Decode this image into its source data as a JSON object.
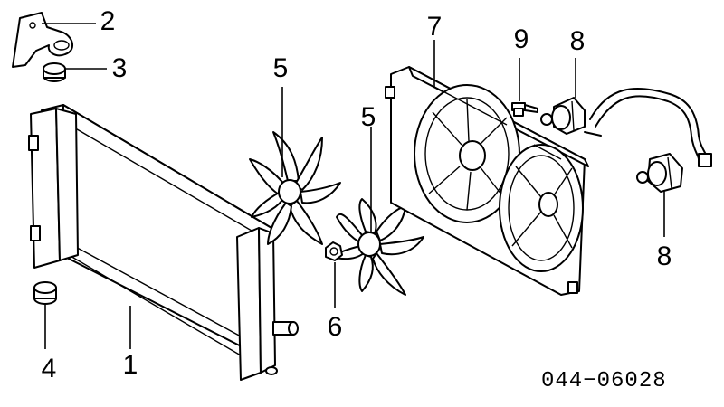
{
  "callouts": {
    "radiator": "1",
    "cap_bracket": "2",
    "cap_cushion": "3",
    "lower_cushion": "4",
    "fan_upper": "5",
    "fan_lower": "5",
    "nut": "6",
    "shroud": "7",
    "motor_upper": "8",
    "motor_lower": "8",
    "bolt": "9"
  },
  "part_number": "044−06028"
}
